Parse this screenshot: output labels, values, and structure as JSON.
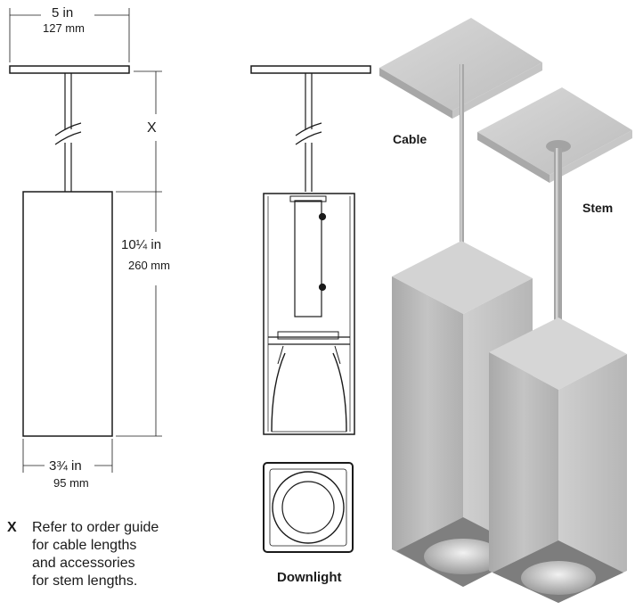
{
  "dimensions": {
    "width_in": "5 in",
    "width_mm": "127 mm",
    "stem_label": "X",
    "height_in": "10¼ in",
    "height_mm": "260 mm",
    "aperture_in": "3¾ in",
    "aperture_mm": "95 mm"
  },
  "note": {
    "marker": "X",
    "lines": [
      "Refer to order guide",
      "for cable lengths",
      "and accessories",
      "for stem lengths."
    ]
  },
  "labels": {
    "downlight": "Downlight",
    "cable": "Cable",
    "stem": "Stem"
  },
  "colors": {
    "line": "#1a1a1a",
    "aluminum": "#b9b9b9",
    "aluminum_dark": "#9c9c9c",
    "aluminum_light": "#d6d6d6"
  }
}
